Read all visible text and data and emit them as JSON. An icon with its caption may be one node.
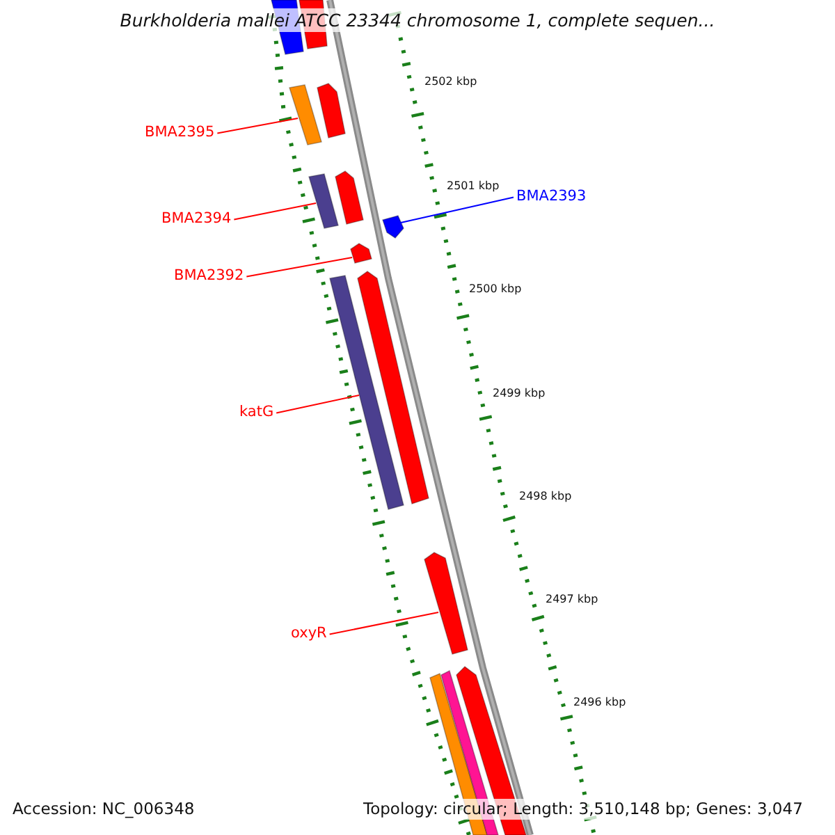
{
  "diagram": {
    "title": "Burkholderia mallei ATCC 23344 chromosome 1, complete sequen...",
    "nodes": [
      {
        "text": [],
        "shape": "bar"
      },
      {
        "text": [],
        "shape": "bar"
      },
      {
        "text": [
          "BMA2395"
        ]
      },
      {
        "text": [],
        "shape": "bar"
      },
      {
        "text": [],
        "shape": "bar"
      },
      {
        "text": [
          "BMA2394"
        ]
      },
      {
        "text": [],
        "shape": "bar"
      },
      {
        "text": [],
        "shape": "bar"
      },
      {
        "text": [
          "BMA2393"
        ]
      },
      {
        "text": [],
        "shape": "bar"
      },
      {
        "text": [
          "BMA2392"
        ]
      },
      {
        "text": [],
        "shape": "bar"
      },
      {
        "text": [
          "katG"
        ]
      },
      {
        "text": [],
        "shape": "bar"
      },
      {
        "text": [],
        "shape": "bar"
      },
      {
        "text": [
          "oxyR"
        ]
      },
      {
        "text": [],
        "shape": "bar"
      },
      {
        "text": [],
        "shape": "bar"
      },
      {
        "text": [],
        "shape": "bar"
      },
      {
        "text": [],
        "shape": "bar"
      }
    ],
    "edges": [
      {
        "from": 2,
        "to": 3,
        "arrow": "none"
      },
      {
        "from": 5,
        "to": 6,
        "arrow": "none"
      },
      {
        "from": 8,
        "to": 9,
        "arrow": "none",
        "color": "#0000ff"
      },
      {
        "from": 10,
        "to": 11,
        "arrow": "none"
      },
      {
        "from": 12,
        "to": 13,
        "arrow": "none"
      },
      {
        "from": 15,
        "to": 16,
        "arrow": "none"
      }
    ],
    "labels": [
      "2502 kbp",
      "2501 kbp",
      "2500 kbp",
      "2499 kbp",
      "2498 kbp",
      "2497 kbp",
      "2496 kbp",
      "Accession: NC_006348",
      "Topology: circular; Length: 3,510,148 bp; Genes: 3,047"
    ]
  }
}
